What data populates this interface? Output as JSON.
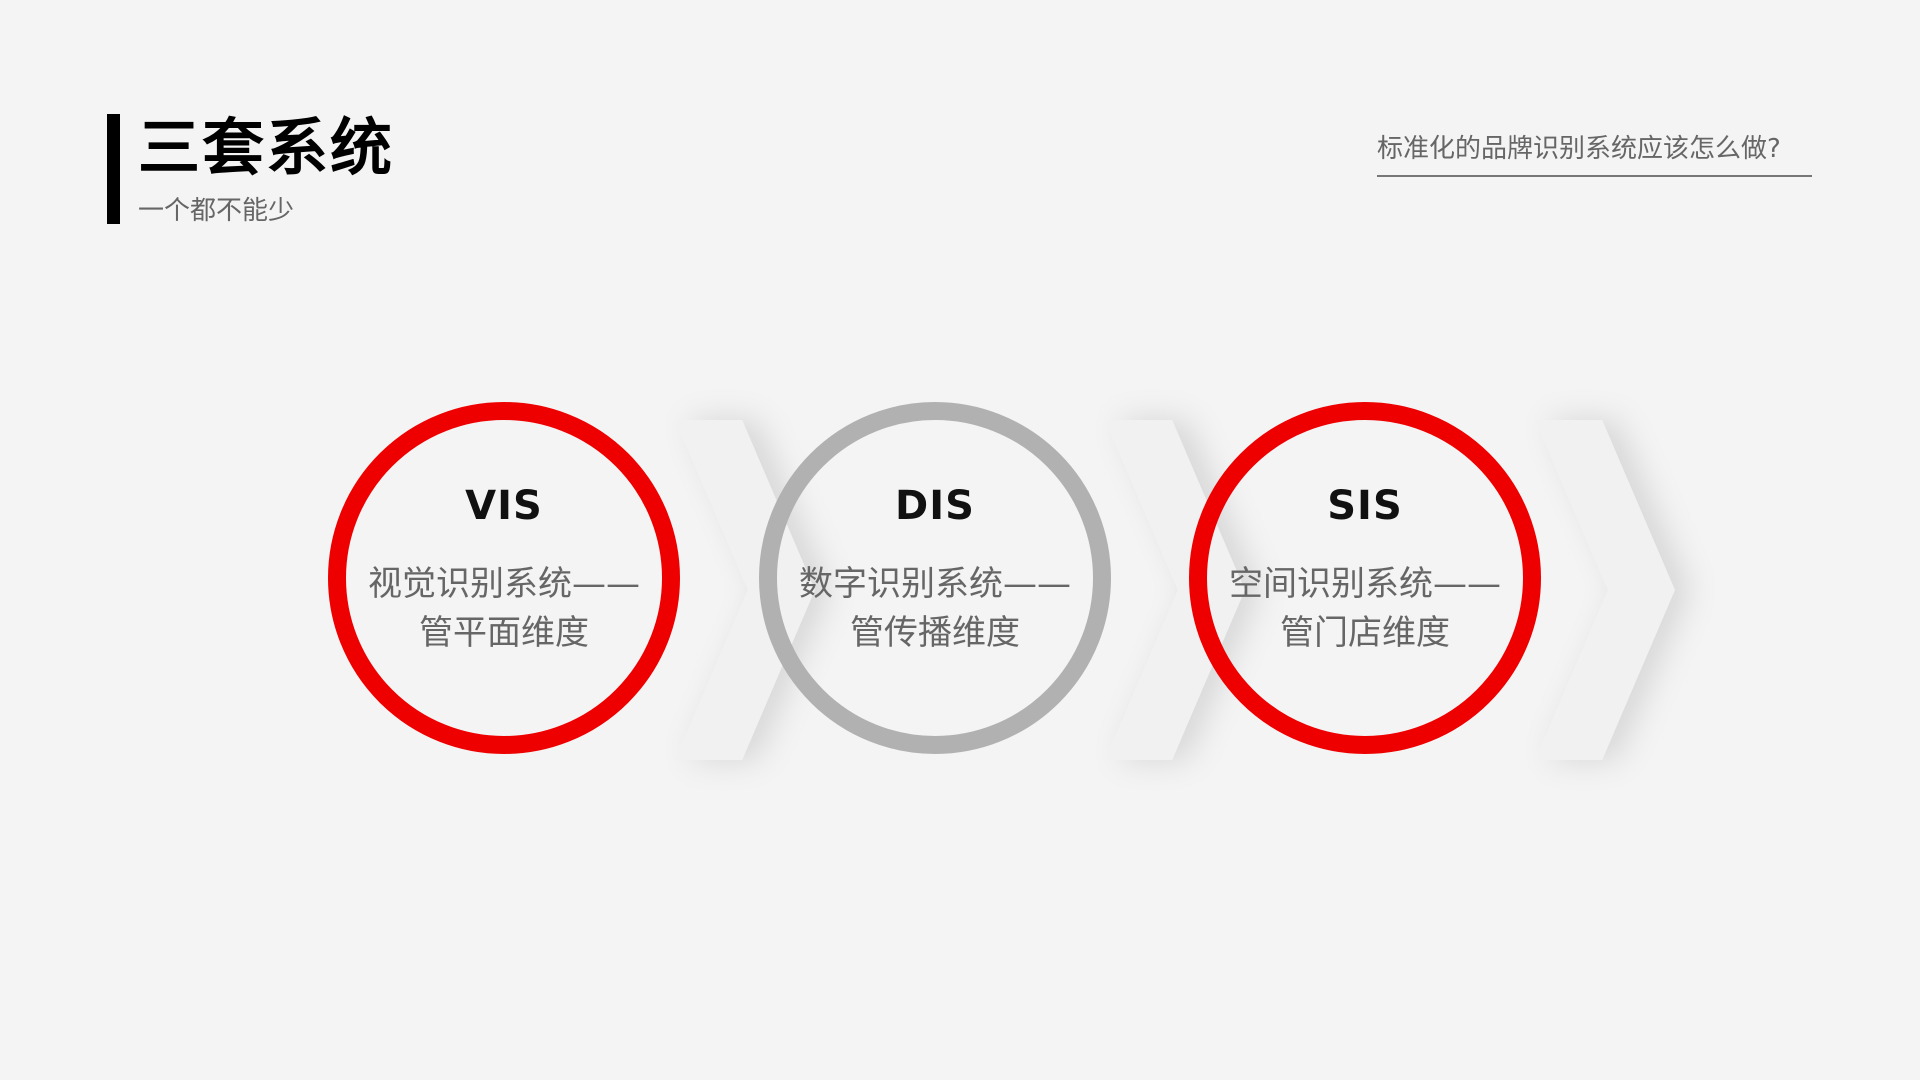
{
  "header": {
    "title": "三套系统",
    "subtitle": "一个都不能少",
    "top_link": "标准化的品牌识别系统应该怎么做?"
  },
  "colors": {
    "accent": "#ee0000",
    "neutral_ring": "#b1b1b1",
    "background": "#f4f4f4",
    "title": "#000000",
    "text": "#666666"
  },
  "nodes": [
    {
      "abbr": "VIS",
      "line1": "视觉识别系统——",
      "line2": "管平面维度",
      "ring_color": "red"
    },
    {
      "abbr": "DIS",
      "line1": "数字识别系统——",
      "line2": "管传播维度",
      "ring_color": "gray"
    },
    {
      "abbr": "SIS",
      "line1": "空间识别系统——",
      "line2": "管门店维度",
      "ring_color": "red"
    }
  ]
}
